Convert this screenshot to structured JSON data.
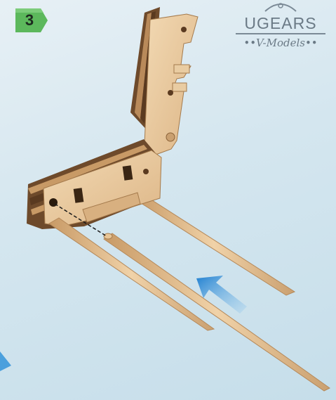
{
  "step": {
    "number": "3",
    "badge_color": "#5cb85c"
  },
  "logo": {
    "brand": "UGEARS",
    "subtitle": "••V-Models••"
  },
  "colors": {
    "arrow": "#2a8fd8",
    "wood_light": "#e8c596",
    "wood_dark": "#6e4a2b"
  }
}
